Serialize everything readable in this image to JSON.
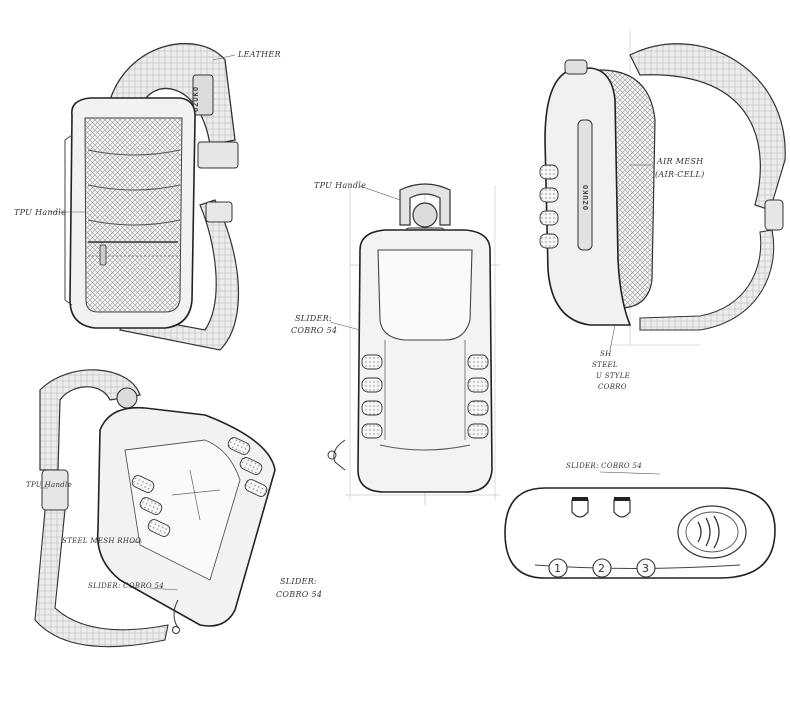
{
  "brand": "OZUKO",
  "annotations": {
    "leather": "LEATHER",
    "top_handle_left": "TPU Handle",
    "top_handle_center": "TPU Handle",
    "slider_center_1": "SLIDER:",
    "slider_center_2": "COBRO 54",
    "air_mesh_1": "AIR MESH",
    "air_mesh_2": "(AIR-CELL)",
    "steel_1": "SH",
    "steel_2": "STEEL",
    "steel_3": "U STYLE",
    "steel_4": "COBRO",
    "tpu_handle_lower": "TPU Handle",
    "mesh_lower": "STEEL MESH RHOO",
    "slider_lower_left": "SLIDER: COBRO 54",
    "slider_lower_right_1": "SLIDER:",
    "slider_lower_right_2": "COBRO 54",
    "lock_label": "SLIDER: COBRO 54"
  },
  "lock_digits": [
    "1",
    "2",
    "3"
  ]
}
